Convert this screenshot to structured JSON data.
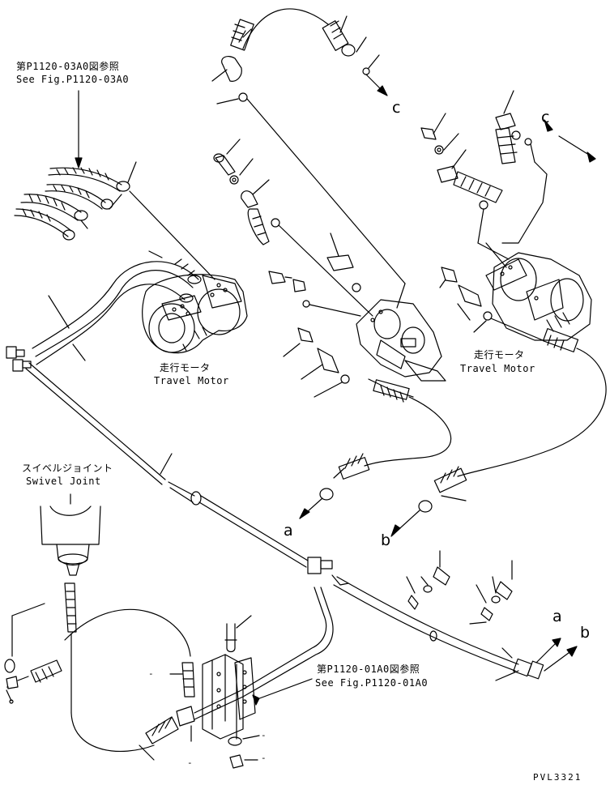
{
  "references": {
    "upper_jp": "第P1120-03A0図参照",
    "upper_en": "See Fig.P1120-03A0",
    "lower_jp": "第P1120-01A0図参照",
    "lower_en": "See Fig.P1120-01A0"
  },
  "components": {
    "travel_motor_left_jp": "走行モータ",
    "travel_motor_left_en": "Travel Motor",
    "travel_motor_right_jp": "走行モータ",
    "travel_motor_right_en": "Travel Motor",
    "swivel_joint_jp": "スイベルジョイント",
    "swivel_joint_en": "Swivel Joint"
  },
  "connection_letters": {
    "c_top": "c",
    "c_right": "c",
    "a_mid": "a",
    "b_mid": "b",
    "a_right": "a",
    "b_right": "b"
  },
  "dash_marks": [
    "-",
    "-",
    "-",
    "-",
    "-"
  ],
  "drawing_id": "PVL3321"
}
